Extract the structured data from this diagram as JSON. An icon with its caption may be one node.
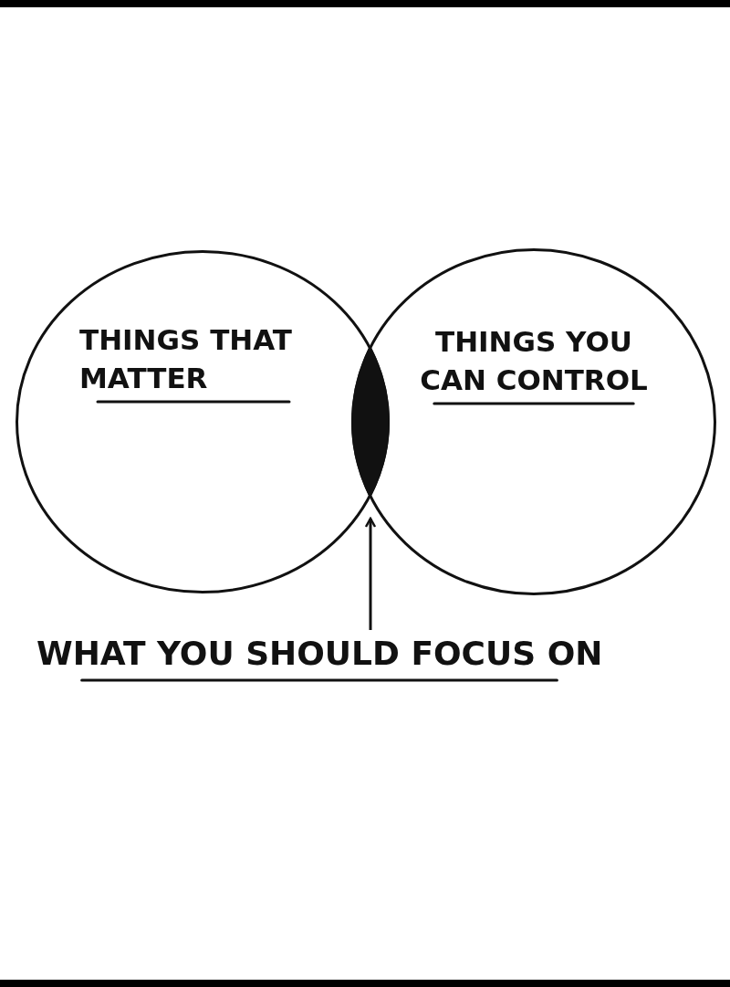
{
  "diagram": {
    "nodes": [
      {
        "text": [
          "THINGS THAT MATTER"
        ]
      },
      {
        "text": [
          "THINGS YOU CAN CONTROL"
        ]
      },
      {
        "text": [],
        "shape": "oval"
      },
      {
        "text": [
          "WHAT YOU SHOULD FOCUS ON"
        ]
      }
    ],
    "edges": [
      {
        "from": 3,
        "to": 2,
        "arrow": "to"
      }
    ]
  }
}
